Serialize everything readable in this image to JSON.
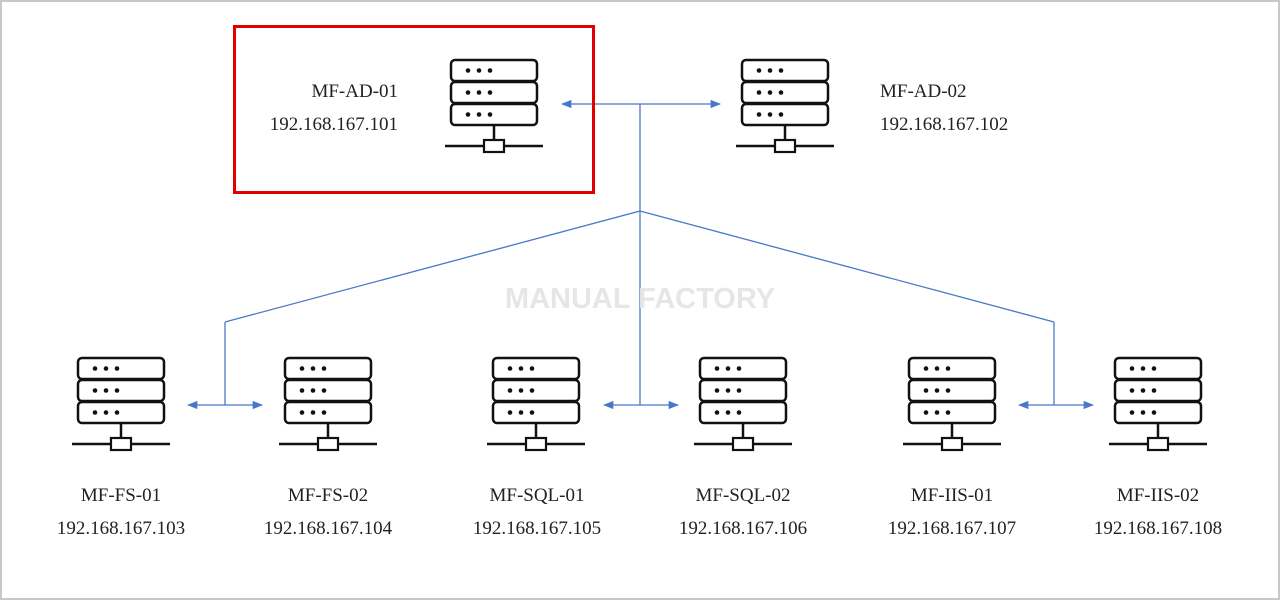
{
  "watermark": "MANUAL FACTORY",
  "colors": {
    "connector": "#4a78c8",
    "highlight": "#e00000",
    "server": "#111111"
  },
  "servers": [
    {
      "key": "ad01",
      "name": "MF-AD-01",
      "ip": "192.168.167.101",
      "highlighted": true
    },
    {
      "key": "ad02",
      "name": "MF-AD-02",
      "ip": "192.168.167.102",
      "highlighted": false
    },
    {
      "key": "fs01",
      "name": "MF-FS-01",
      "ip": "192.168.167.103",
      "highlighted": false
    },
    {
      "key": "fs02",
      "name": "MF-FS-02",
      "ip": "192.168.167.104",
      "highlighted": false
    },
    {
      "key": "sql01",
      "name": "MF-SQL-01",
      "ip": "192.168.167.105",
      "highlighted": false
    },
    {
      "key": "sql02",
      "name": "MF-SQL-02",
      "ip": "192.168.167.106",
      "highlighted": false
    },
    {
      "key": "iis01",
      "name": "MF-IIS-01",
      "ip": "192.168.167.107",
      "highlighted": false
    },
    {
      "key": "iis02",
      "name": "MF-IIS-02",
      "ip": "192.168.167.108",
      "highlighted": false
    }
  ]
}
